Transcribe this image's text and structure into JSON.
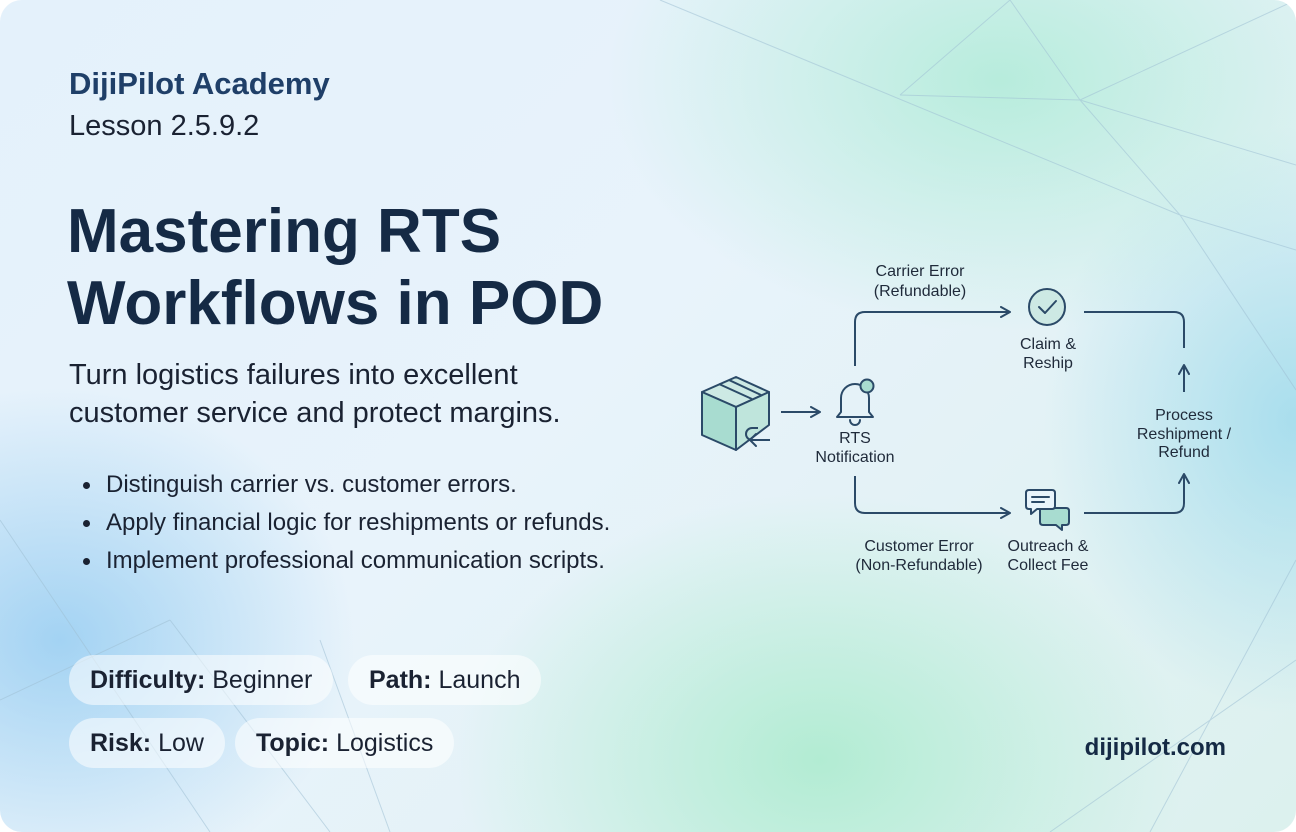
{
  "header": {
    "brand": "DijiPilot Academy",
    "lesson": "Lesson 2.5.9.2"
  },
  "hero": {
    "title_line1": "Mastering RTS",
    "title_line2": "Workflows in POD",
    "subtitle_line1": "Turn logistics failures into excellent",
    "subtitle_line2": "customer service and protect margins."
  },
  "bullets": [
    "Distinguish carrier vs. customer errors.",
    "Apply financial logic for reshipments or refunds.",
    "Implement professional communication scripts."
  ],
  "tags": [
    {
      "key": "Difficulty:",
      "value": "Beginner"
    },
    {
      "key": "Path:",
      "value": "Launch"
    },
    {
      "key": "Risk:",
      "value": "Low"
    },
    {
      "key": "Topic:",
      "value": "Logistics"
    }
  ],
  "footer": {
    "site": "dijipilot.com"
  },
  "diagram": {
    "start": {
      "label_line1": "RTS",
      "label_line2": "Notification",
      "icon": "bell-icon"
    },
    "source_icon": "box-return-icon",
    "upper_branch": {
      "label_line1": "Carrier Error",
      "label_line2": "(Refundable)"
    },
    "lower_branch": {
      "label_line1": "Customer Error",
      "label_line2": "(Non-Refundable)"
    },
    "claim": {
      "label_line1": "Claim &",
      "label_line2": "Reship",
      "icon": "check-circle-icon"
    },
    "outreach": {
      "label_line1": "Outreach &",
      "label_line2": "Collect Fee",
      "icon": "chat-bubbles-icon"
    },
    "process": {
      "label_line1": "Process",
      "label_line2": "Reshipment /",
      "label_line3": "Refund"
    }
  },
  "colors": {
    "brand": "#1f3f68",
    "title": "#152a45",
    "diagram_line": "#2b4a68",
    "icon_fill": "#a8dcd0"
  }
}
